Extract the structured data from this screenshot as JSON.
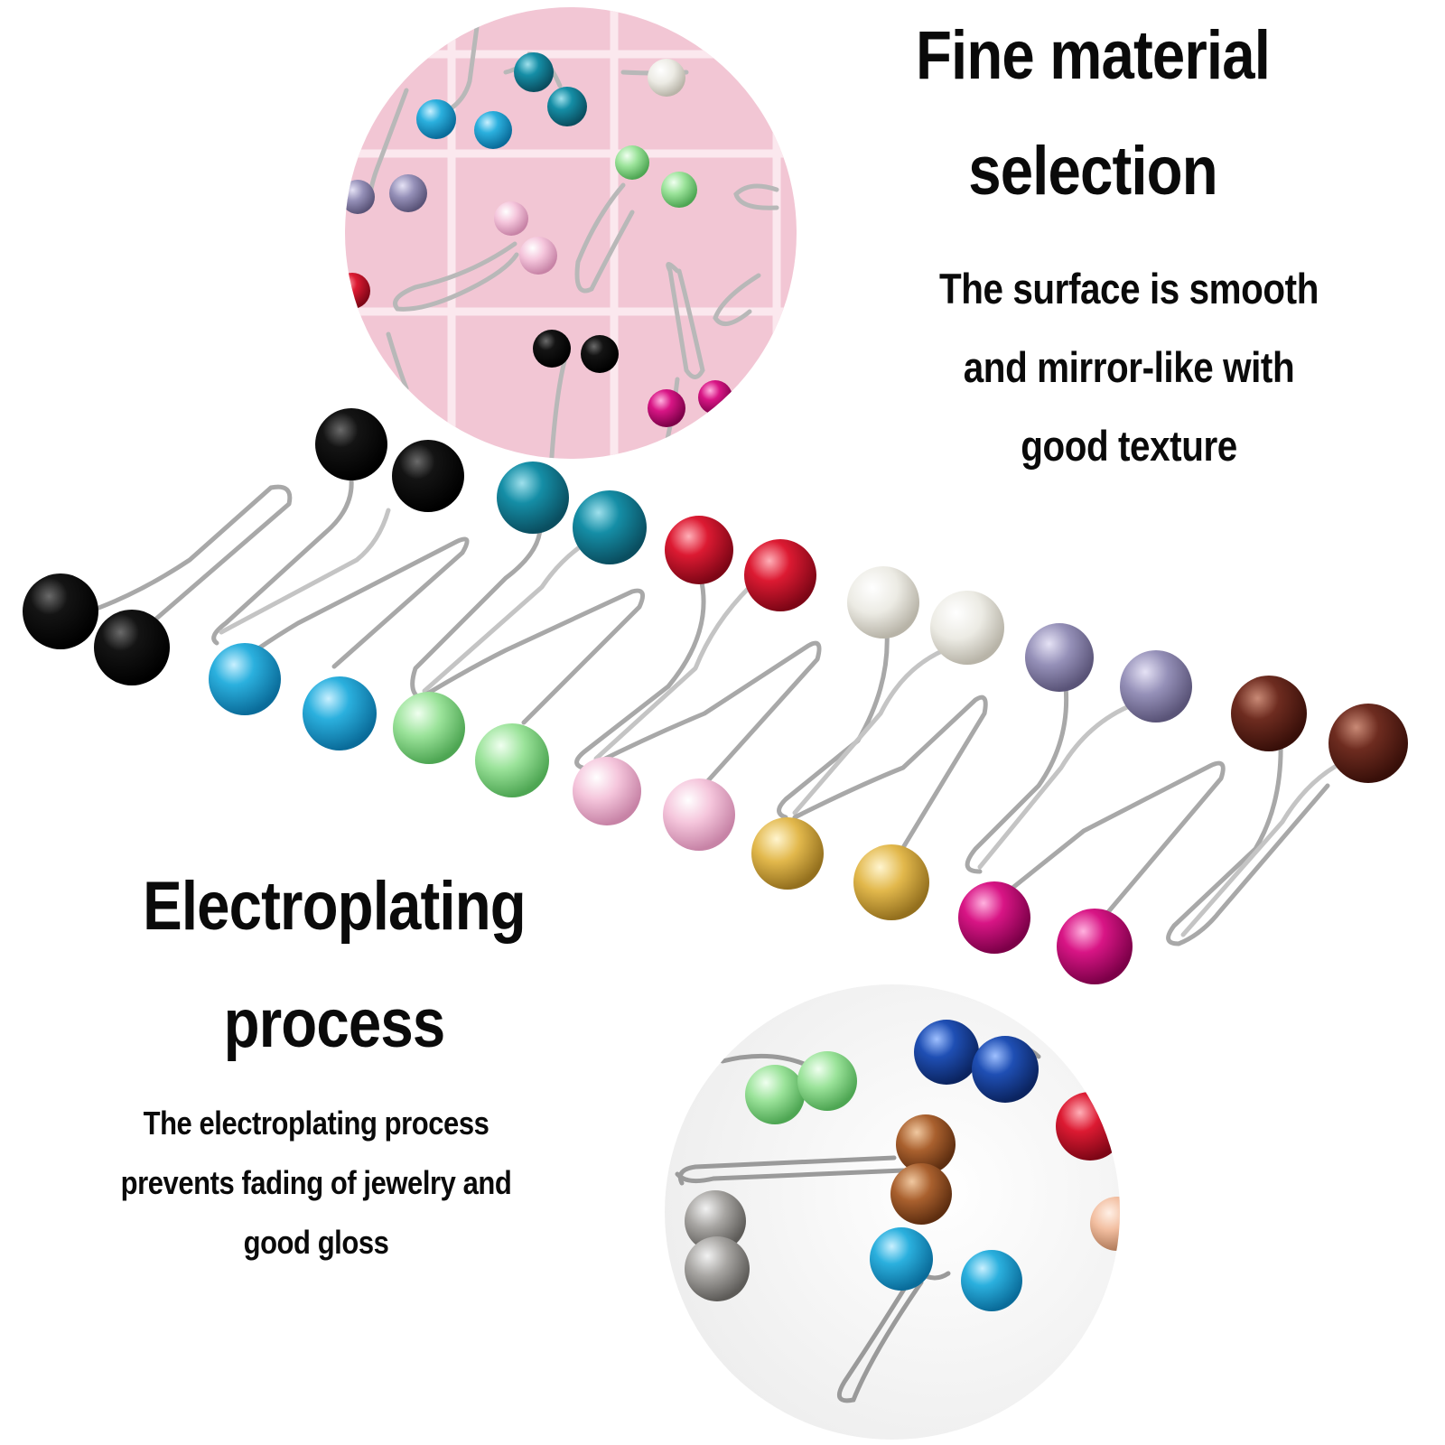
{
  "top_feature": {
    "title_line1": "Fine material",
    "title_line2": "selection",
    "body_line1": "The surface is smooth",
    "body_line2": "and mirror-like with",
    "body_line3": "good texture"
  },
  "bottom_feature": {
    "title_line1": "Electroplating",
    "title_line2": "process",
    "body_line1": "The electroplating process",
    "body_line2": "prevents fading of jewelry and",
    "body_line3": "good gloss"
  },
  "pin_colors": [
    "#0b0b0b",
    "#1fa8d6",
    "#127f96",
    "#8ee08c",
    "#d8162e",
    "#f2b8d2",
    "#e9e6de",
    "#e0b445",
    "#8f89b0",
    "#d4127f",
    "#6a2a1e"
  ],
  "background_colors": {
    "pink_grid": "#f2c6d4",
    "page": "#ffffff"
  }
}
